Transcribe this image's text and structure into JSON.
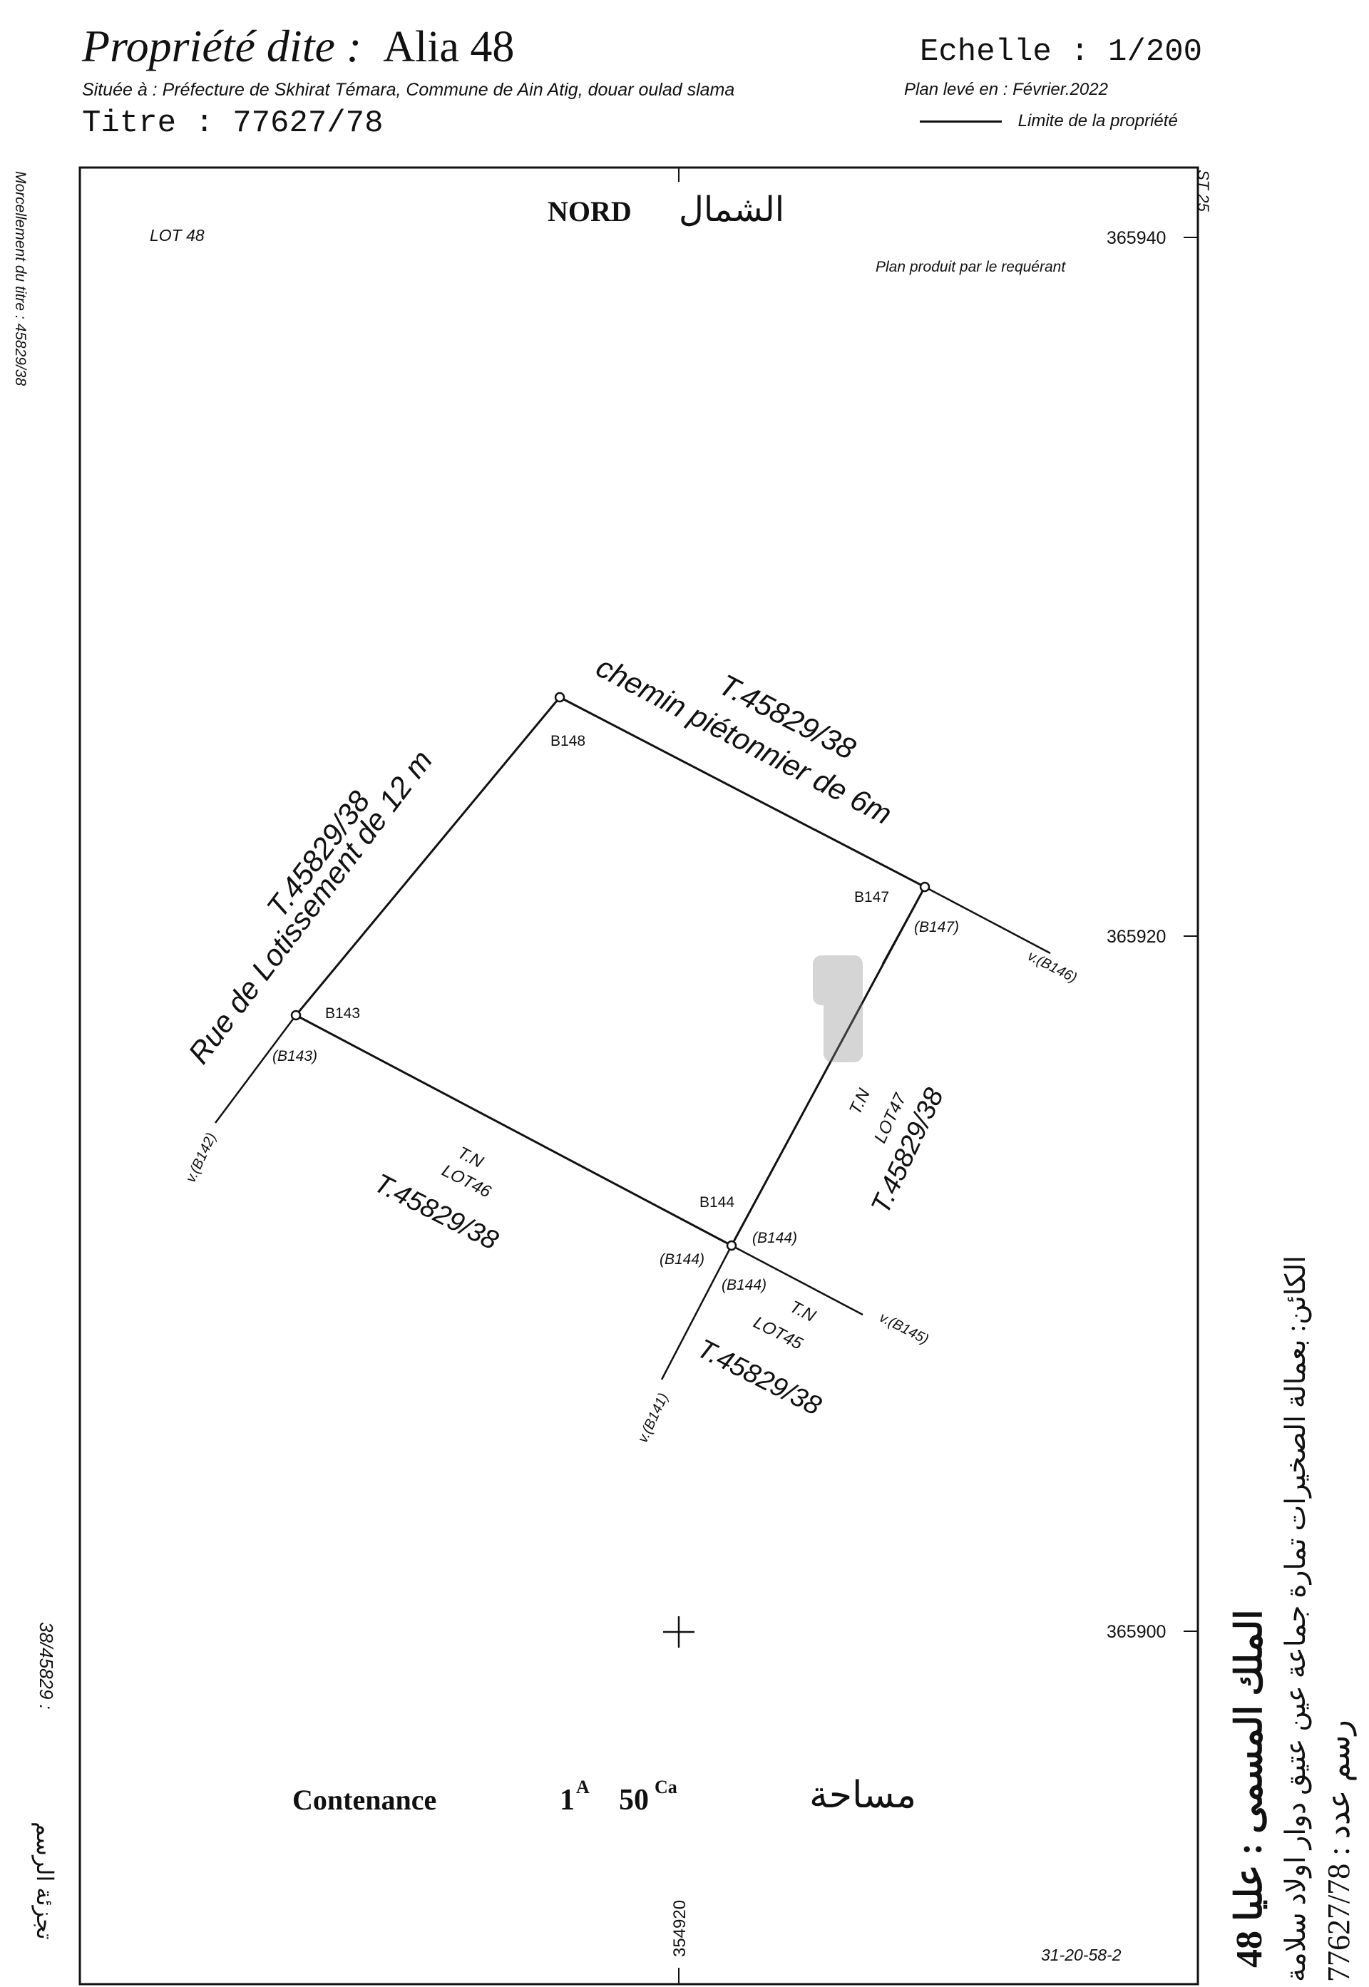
{
  "header": {
    "property_prefix": "Propriété dite :",
    "property_name": "Alia 48",
    "situation": "Située à : Préfecture de Skhirat Témara, Commune de Ain Atig, douar oulad slama",
    "titre_label": "Titre",
    "titre_value": ": 77627/78",
    "scale_label": "Echelle",
    "scale_value": ": 1/200",
    "plan_date": "Plan levé en : Février.2022",
    "limit_legend": "Limite de la propriété"
  },
  "side_texts": {
    "left_top": "Morcellement du titre : 45829/38",
    "left_bottom_ref": "38/45829 :",
    "left_bottom_arabic": "تجزئة الرسم",
    "right_top": "ST 25",
    "right_arabic_1": "الملك المسمى : عليا 48",
    "right_arabic_2": "الكائن: بعمالة الصخيرات تمارة جماعة عين عتيق دوار اولاد سلامة",
    "right_arabic_3": "رسم عدد : 77627/78"
  },
  "map": {
    "north_fr": "NORD",
    "north_ar": "الشمال",
    "lot_label": "LOT 48",
    "produced_by": "Plan produit par le requérant",
    "y_coords": [
      "365940",
      "365920",
      "365900"
    ],
    "x_coord": "354920",
    "ref_code": "31-20-58-2",
    "contenance_label": "Contenance",
    "contenance_a": "1",
    "contenance_a_unit": "A",
    "contenance_ca": "50",
    "contenance_ca_unit": "Ca",
    "contenance_ar": "مساحة",
    "points": {
      "b148": "B148",
      "b147": "B147",
      "b143": "B143",
      "b144": "B144",
      "b147_paren": "(B147)",
      "b143_paren": "(B143)",
      "b144_paren_left": "(B144)",
      "b144_paren_right": "(B144)",
      "b144_paren_bottom": "(B144)",
      "v_b146": "v.(B146)",
      "v_b142": "v.(B142)",
      "v_b145": "v.(B145)",
      "v_b141": "v.(B141)"
    },
    "neighbors": {
      "top_title": "T.45829/38",
      "top_desc": "chemin piétonnier de 6m",
      "left_title": "T.45829/38",
      "left_desc": "Rue de Lotissement de 12 m",
      "lot47_tn": "T.N",
      "lot47_lot": "LOT47",
      "lot47_title": "T.45829/38",
      "lot46_tn": "T.N",
      "lot46_lot": "LOT46",
      "lot46_title": "T.45829/38",
      "lot45_tn": "T.N",
      "lot45_lot": "LOT45",
      "lot45_title": "T.45829/38"
    }
  }
}
